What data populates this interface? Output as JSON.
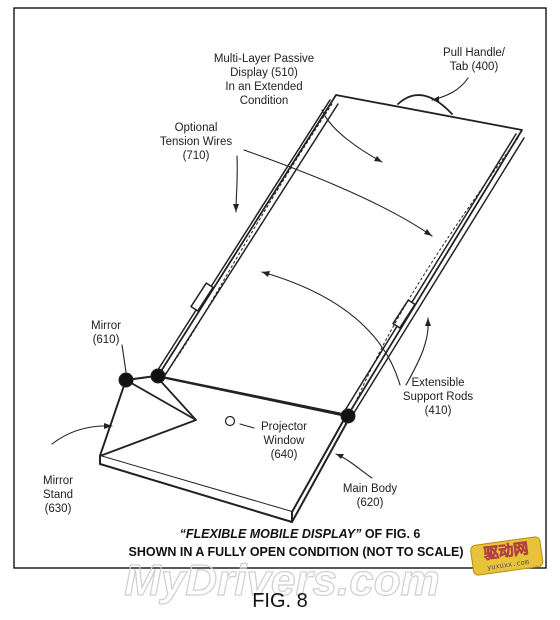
{
  "labels": {
    "multi_layer_display": [
      "Multi-Layer Passive",
      "Display (510)",
      "In an Extended",
      "Condition"
    ],
    "pull_handle": [
      "Pull Handle/",
      "Tab (400)"
    ],
    "tension_wires": [
      "Optional",
      "Tension Wires",
      "(710)"
    ],
    "mirror": [
      "Mirror",
      "(610)"
    ],
    "support_rods": [
      "Extensible",
      "Support Rods",
      "(410)"
    ],
    "projector_window": [
      "Projector",
      "Window",
      "(640)"
    ],
    "mirror_stand": [
      "Mirror",
      "Stand",
      "(630)"
    ],
    "main_body": [
      "Main Body",
      "(620)"
    ]
  },
  "caption": {
    "line1_quote": "“FLEXIBLE MOBILE DISPLAY”",
    "line1_rest": " OF FIG. 6",
    "line2": "SHOWN IN A FULLY OPEN CONDITION (NOT TO SCALE)"
  },
  "figure_label": "FIG. 8",
  "watermark": {
    "text": "MyDrivers.com",
    "badge": "驱动网",
    "badge_url": "yuxuxx.com"
  }
}
